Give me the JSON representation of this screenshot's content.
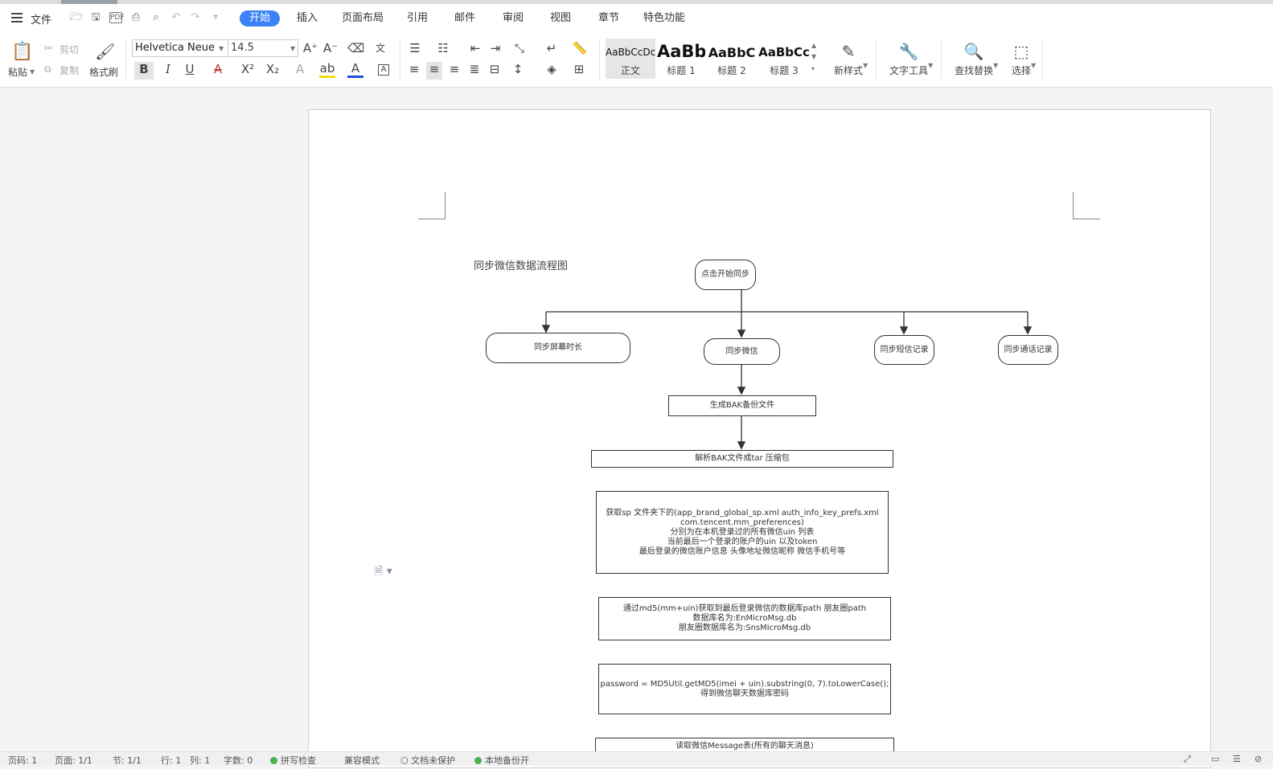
{
  "menubar": {
    "file": "文件",
    "tabs": [
      "开始",
      "插入",
      "页面布局",
      "引用",
      "邮件",
      "审阅",
      "视图",
      "章节",
      "特色功能"
    ]
  },
  "ribbon": {
    "paste": "粘贴",
    "cut": "剪切",
    "copy": "复制",
    "format_painter": "格式刷",
    "font_name": "Helvetica Neue",
    "font_size": "14.5",
    "styles": [
      {
        "preview": "AaBbCcDc",
        "label": "正文"
      },
      {
        "preview": "AaBb(",
        "label": "标题 1"
      },
      {
        "preview": "AaBbC",
        "label": "标题 2"
      },
      {
        "preview": "AaBbCc",
        "label": "标题 3"
      }
    ],
    "new_style": "新样式",
    "text_tools": "文字工具",
    "find_replace": "查找替换",
    "select": "选择"
  },
  "document": {
    "title": "同步微信数据流程图",
    "flow": {
      "start": "点击开始同步",
      "screen_time": "同步屏幕时长",
      "wechat": "同步微信",
      "sms": "同步短信记录",
      "calls": "同步通话记录",
      "bak": "生成BAK备份文件",
      "parse": "解析BAK文件成tar 压缩包",
      "sp_lines": [
        "获取sp 文件夹下的(app_brand_global_sp.xml  auth_info_key_prefs.xml",
        "com.tencent.mm_preferences)",
        "分别为在本机登录过的所有微信uin 列表",
        "当前最后一个登录的账户的uin 以及token",
        "最后登录的微信账户信息 头像地址微信昵称 微信手机号等"
      ],
      "md5_lines": [
        "通过md5(mm+uin)获取到最后登录微信的数据库path 朋友圈path",
        "数据库名为:EnMicroMsg.db",
        "朋友圈数据库名为:SnsMicroMsg.db"
      ],
      "pwd_lines": [
        "password = MD5Util.getMD5(imei + uin).substring(0, 7).toLowerCase();",
        "得到微信聊天数据库密码"
      ],
      "message": "读取微信Message表(所有的聊天消息)"
    }
  },
  "statusbar": {
    "section": "页码: 1",
    "page": "页面: 1/1",
    "sec": "节: 1/1",
    "row": "行: 1",
    "col": "列: 1",
    "words": "字数: 0",
    "spell": "拼写检查",
    "compat": "兼容模式",
    "protect": "文档未保护",
    "backup": "本地备份开"
  }
}
